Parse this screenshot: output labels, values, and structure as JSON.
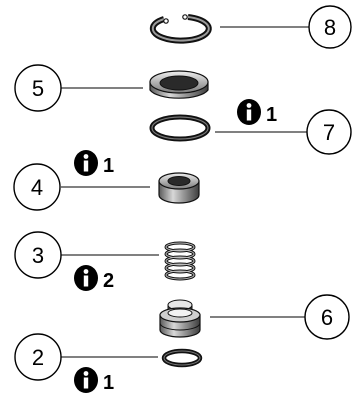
{
  "callouts": {
    "c8": "8",
    "c5": "5",
    "c7": "7",
    "c4": "4",
    "c3": "3",
    "c6": "6",
    "c2": "2"
  },
  "quantities": {
    "q7": "1",
    "q4": "1",
    "q3": "2",
    "q2": "1"
  },
  "icons": {
    "info": "info-icon"
  }
}
